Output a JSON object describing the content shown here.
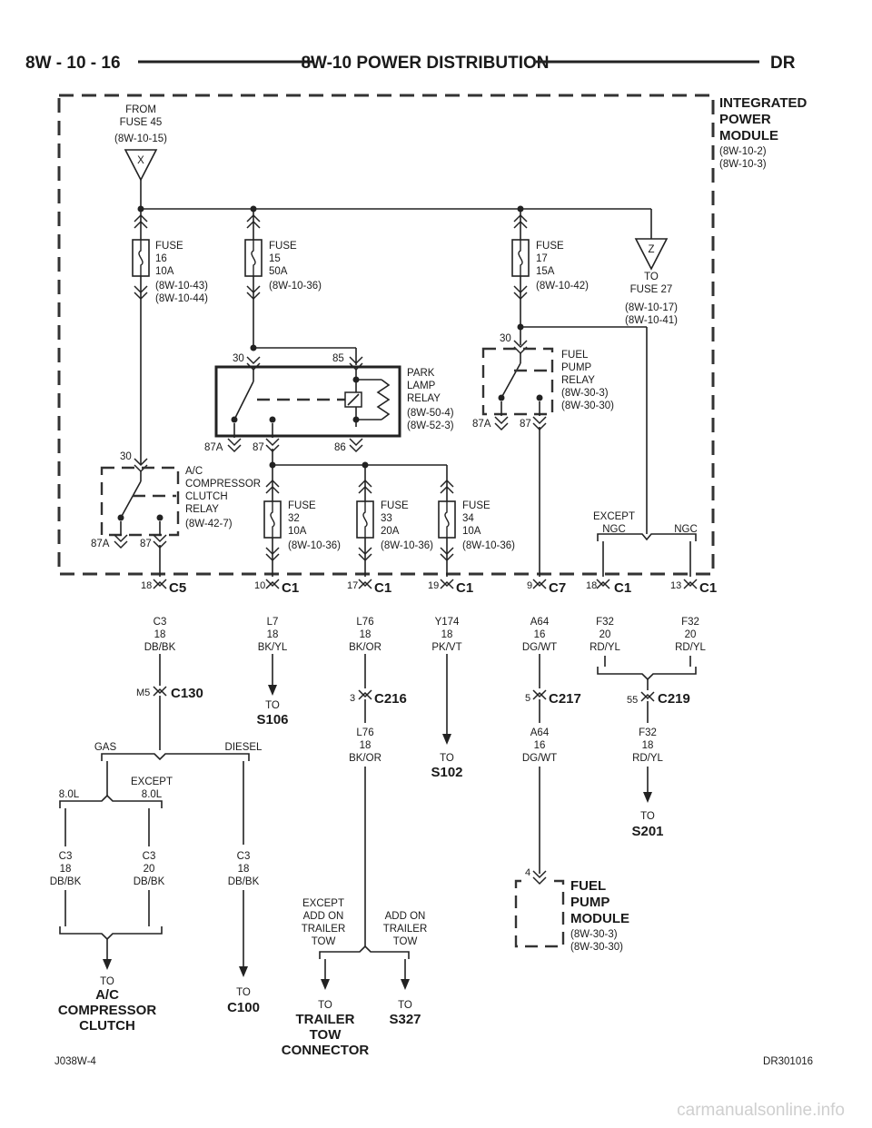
{
  "header": {
    "left": "8W - 10 - 16",
    "center": "8W-10 POWER DISTRIBUTION",
    "right": "DR"
  },
  "ipm": {
    "lines": [
      "INTEGRATED",
      "POWER",
      "MODULE"
    ],
    "refs": [
      "(8W-10-2)",
      "(8W-10-3)"
    ]
  },
  "from_fuse": {
    "lines": [
      "FROM",
      "FUSE 45",
      "(8W-10-15)"
    ],
    "symbol": "X"
  },
  "to_fuse27": {
    "symbol": "Z",
    "lines": [
      "TO",
      "FUSE 27",
      "(8W-10-17)",
      "(8W-10-41)"
    ]
  },
  "fuses": {
    "f16": [
      "FUSE",
      "16",
      "10A",
      "(8W-10-43)",
      "(8W-10-44)"
    ],
    "f15": [
      "FUSE",
      "15",
      "50A",
      "(8W-10-36)"
    ],
    "f17": [
      "FUSE",
      "17",
      "15A",
      "(8W-10-42)"
    ],
    "f32": [
      "FUSE",
      "32",
      "10A",
      "(8W-10-36)"
    ],
    "f33": [
      "FUSE",
      "33",
      "20A",
      "(8W-10-36)"
    ],
    "f34": [
      "FUSE",
      "34",
      "10A",
      "(8W-10-36)"
    ]
  },
  "relays": {
    "park": {
      "lines": [
        "PARK",
        "LAMP",
        "RELAY",
        "(8W-50-4)",
        "(8W-52-3)"
      ],
      "pins": [
        "30",
        "85",
        "87A",
        "87",
        "86"
      ]
    },
    "fuel": {
      "lines": [
        "FUEL",
        "PUMP",
        "RELAY",
        "(8W-30-3)",
        "(8W-30-30)"
      ],
      "pins": [
        "30",
        "87A",
        "87"
      ]
    },
    "ac": {
      "lines": [
        "A/C",
        "COMPRESSOR",
        "CLUTCH",
        "RELAY",
        "(8W-42-7)"
      ],
      "pins": [
        "30",
        "87A",
        "87"
      ]
    }
  },
  "ngc": {
    "except": [
      "EXCEPT",
      "NGC"
    ],
    "ngc": "NGC"
  },
  "connectors": {
    "c5": {
      "pin": "18",
      "name": "C5"
    },
    "c1a": {
      "pin": "10",
      "name": "C1"
    },
    "c1b": {
      "pin": "17",
      "name": "C1"
    },
    "c1c": {
      "pin": "19",
      "name": "C1"
    },
    "c7": {
      "pin": "9",
      "name": "C7"
    },
    "c1d": {
      "pin": "18",
      "name": "C1"
    },
    "c1e": {
      "pin": "13",
      "name": "C1"
    },
    "c130": {
      "pin": "M5",
      "name": "C130"
    },
    "c216": {
      "pin": "3",
      "name": "C216"
    },
    "c217": {
      "pin": "5",
      "name": "C217"
    },
    "c219": {
      "pin": "55",
      "name": "C219"
    }
  },
  "wires": {
    "c3a": [
      "C3",
      "18",
      "DB/BK"
    ],
    "l7": [
      "L7",
      "18",
      "BK/YL"
    ],
    "l76a": [
      "L76",
      "18",
      "BK/OR"
    ],
    "y174": [
      "Y174",
      "18",
      "PK/VT"
    ],
    "a64a": [
      "A64",
      "16",
      "DG/WT"
    ],
    "f32a": [
      "F32",
      "20",
      "RD/YL"
    ],
    "f32b": [
      "F32",
      "20",
      "RD/YL"
    ],
    "l76b": [
      "L76",
      "18",
      "BK/OR"
    ],
    "a64b": [
      "A64",
      "16",
      "DG/WT"
    ],
    "f32c": [
      "F32",
      "18",
      "RD/YL"
    ],
    "c3b": [
      "C3",
      "18",
      "DB/BK"
    ],
    "c3c": [
      "C3",
      "20",
      "DB/BK"
    ],
    "c3d": [
      "C3",
      "18",
      "DB/BK"
    ]
  },
  "splits": {
    "gas": "GAS",
    "diesel": "DIESEL",
    "l80": "8.0L",
    "except80": [
      "EXCEPT",
      "8.0L"
    ],
    "except_tow": [
      "EXCEPT",
      "ADD ON",
      "TRAILER",
      "TOW"
    ],
    "add_tow": [
      "ADD ON",
      "TRAILER",
      "TOW"
    ]
  },
  "destinations": {
    "s106": {
      "to": "TO",
      "name": [
        "S106"
      ]
    },
    "s102": {
      "to": "TO",
      "name": [
        "S102"
      ]
    },
    "s201": {
      "to": "TO",
      "name": [
        "S201"
      ]
    },
    "ac": {
      "to": "TO",
      "name": [
        "A/C",
        "COMPRESSOR",
        "CLUTCH"
      ]
    },
    "c100": {
      "to": "TO",
      "name": [
        "C100"
      ]
    },
    "trailer": {
      "to": "TO",
      "name": [
        "TRAILER",
        "TOW",
        "CONNECTOR"
      ]
    },
    "s327": {
      "to": "TO",
      "name": [
        "S327"
      ]
    }
  },
  "fuel_module": {
    "pin": "4",
    "lines": [
      "FUEL",
      "PUMP",
      "MODULE"
    ],
    "refs": [
      "(8W-30-3)",
      "(8W-30-30)"
    ]
  },
  "footer": {
    "left": "J038W-4",
    "right": "DR301016"
  },
  "watermark": "carmanualsonline.info"
}
